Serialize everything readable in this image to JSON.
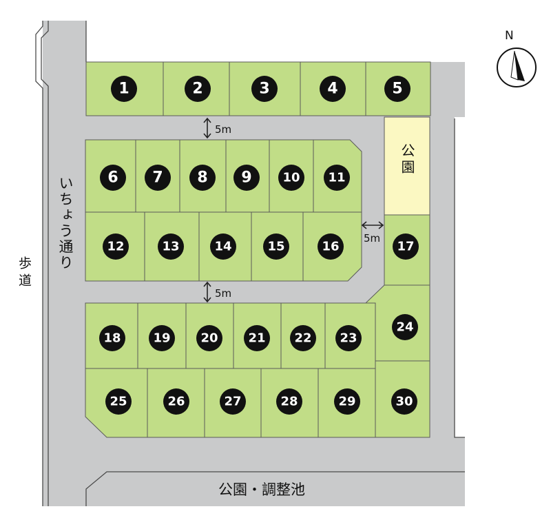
{
  "map": {
    "lots": [
      {
        "id": "1",
        "label": "1"
      },
      {
        "id": "2",
        "label": "2"
      },
      {
        "id": "3",
        "label": "3"
      },
      {
        "id": "4",
        "label": "4"
      },
      {
        "id": "5",
        "label": "5"
      },
      {
        "id": "6",
        "label": "6"
      },
      {
        "id": "7",
        "label": "7"
      },
      {
        "id": "8",
        "label": "8"
      },
      {
        "id": "9",
        "label": "9"
      },
      {
        "id": "10",
        "label": "10"
      },
      {
        "id": "11",
        "label": "11"
      },
      {
        "id": "12",
        "label": "12"
      },
      {
        "id": "13",
        "label": "13"
      },
      {
        "id": "14",
        "label": "14"
      },
      {
        "id": "15",
        "label": "15"
      },
      {
        "id": "16",
        "label": "16"
      },
      {
        "id": "17",
        "label": "17"
      },
      {
        "id": "18",
        "label": "18"
      },
      {
        "id": "19",
        "label": "19"
      },
      {
        "id": "20",
        "label": "20"
      },
      {
        "id": "21",
        "label": "21"
      },
      {
        "id": "22",
        "label": "22"
      },
      {
        "id": "23",
        "label": "23"
      },
      {
        "id": "24",
        "label": "24"
      },
      {
        "id": "25",
        "label": "25"
      },
      {
        "id": "26",
        "label": "26"
      },
      {
        "id": "27",
        "label": "27"
      },
      {
        "id": "28",
        "label": "28"
      },
      {
        "id": "29",
        "label": "29"
      },
      {
        "id": "30",
        "label": "30"
      }
    ],
    "park_label": "公園",
    "street_label": "いちょう通り",
    "sidewalk_label": "歩道",
    "bottom_label": "公園・調整池",
    "road_width_top": "5m",
    "road_width_right": "5m",
    "road_width_bottom": "5m",
    "compass_label": "N",
    "colors": {
      "lot": "#c1dd87",
      "park": "#fbf8c2",
      "road": "#c9cacb",
      "badge": "#111111"
    }
  }
}
